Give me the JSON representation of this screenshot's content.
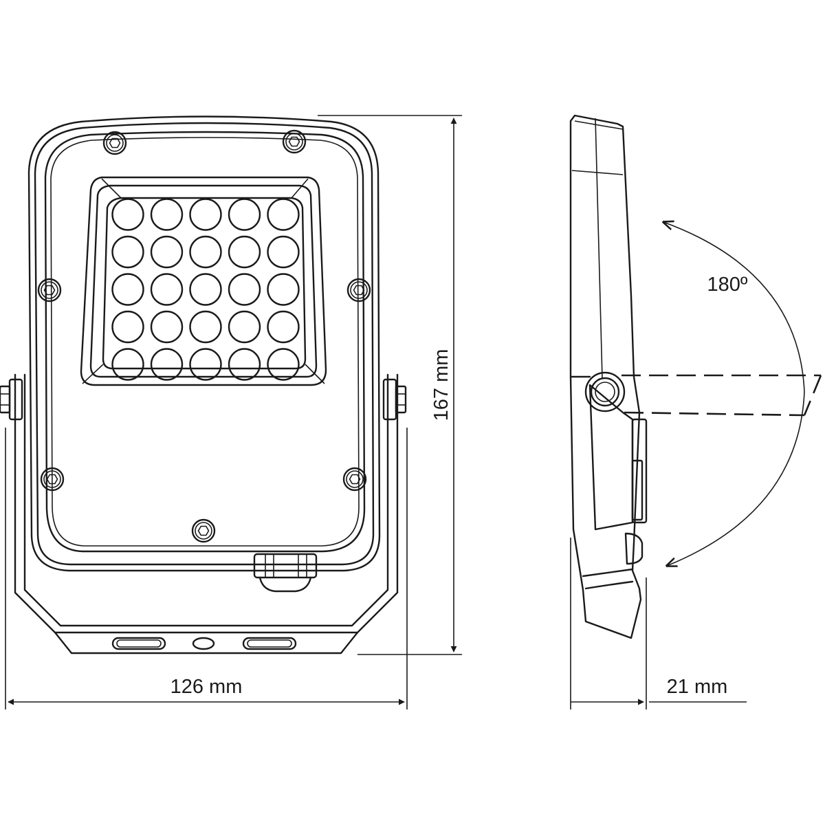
{
  "dimensions": {
    "width_label": "126 mm",
    "height_label": "167 mm",
    "depth_label": "21 mm",
    "rotation_label": "180º"
  },
  "led_grid": {
    "rows": 5,
    "cols": 5
  }
}
